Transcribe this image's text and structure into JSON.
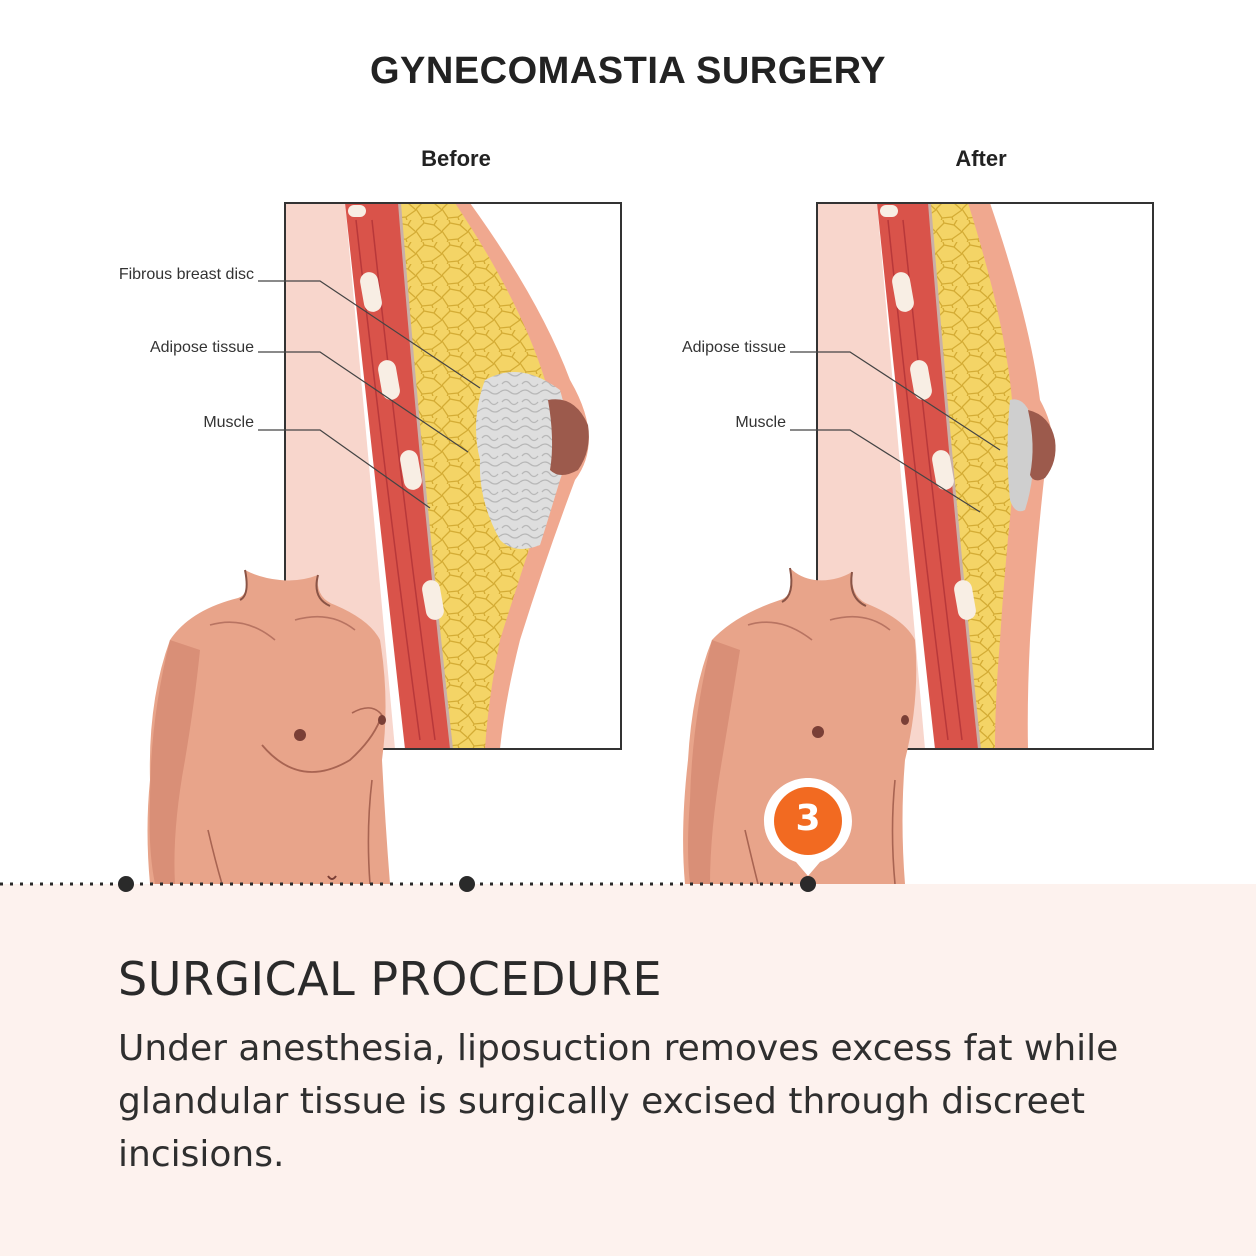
{
  "diagram": {
    "title": "GYNECOMASTIA SURGERY",
    "before": {
      "label": "Before",
      "callouts": [
        "Fibrous breast disc",
        "Adipose tissue",
        "Muscle"
      ]
    },
    "after": {
      "label": "After",
      "callouts": [
        "Adipose tissue",
        "Muscle"
      ]
    }
  },
  "step": {
    "number": "3",
    "heading": "SURGICAL PROCEDURE",
    "description": "Under anesthesia, liposuction removes excess fat while glandular tissue is surgically excised through discreet incisions."
  },
  "colors": {
    "accent": "#f26a21",
    "panel_bg": "#fdf2ee",
    "skin": "#e8a48a",
    "muscle": "#d9534a",
    "fat": "#f4d466",
    "gland": "#d9d9d9"
  }
}
